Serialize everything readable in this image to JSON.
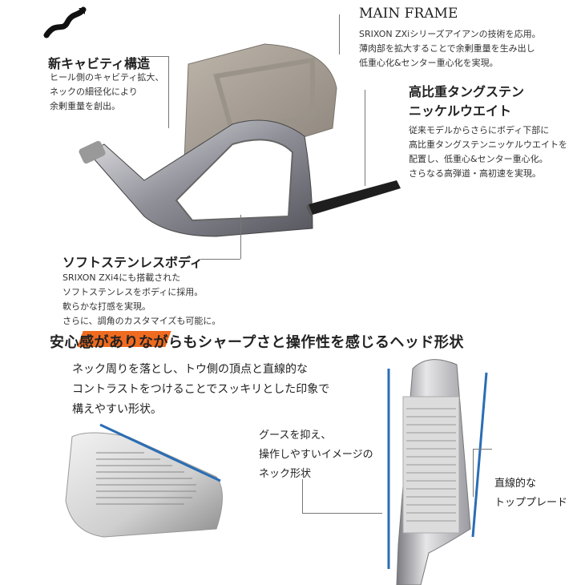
{
  "logo": {
    "icon": "brand-swoosh-logo"
  },
  "cavity": {
    "title": "新キャビティ構造",
    "lines": [
      "ヒール側のキャビティ拡大、",
      "ネックの細径化により",
      "余剰重量を創出。"
    ]
  },
  "main_frame": {
    "title": "MAIN FRAME",
    "lines": [
      "SRIXON ZXiシリーズアイアンの技術を応用。",
      "薄肉部を拡大することで余剰重量を生み出し",
      "低重心化&センター重心化を実現。"
    ]
  },
  "tungsten": {
    "title_lines": [
      "高比重タングステン",
      "ニッケルウエイト"
    ],
    "lines": [
      "従来モデルからさらにボディ下部に",
      "高比重タングステンニッケルウエイトを",
      "配置し、低重心&センター重心化。",
      "さらなる高弾道・高初速を実現。"
    ]
  },
  "soft_body": {
    "title": "ソフトステンレスボディ",
    "lines": [
      "SRIXON ZXi4にも搭載された",
      "ソフトステンレスをボディに採用。",
      "軟らかな打感を実現。",
      "さらに、調角のカスタマイズも可能に。"
    ]
  },
  "headline": {
    "text": "安心感がありながらもシャープさと操作性を感じるヘッド形状",
    "accent_color": "#ef6b1f"
  },
  "shape_desc": {
    "lines": [
      "ネック周りを落とし、トウ側の頂点と直線的な",
      "コントラストをつけることでスッキリとした印象で",
      "構えやすい形状。"
    ]
  },
  "goose": {
    "lines": [
      "グースを抑え、",
      "操作しやすいイメージの",
      "ネック形状"
    ]
  },
  "top_blade": {
    "lines": [
      "直線的な",
      "トッププレード"
    ]
  },
  "colors": {
    "accent": "#ef6b1f",
    "guide_blue": "#2a6db4"
  }
}
